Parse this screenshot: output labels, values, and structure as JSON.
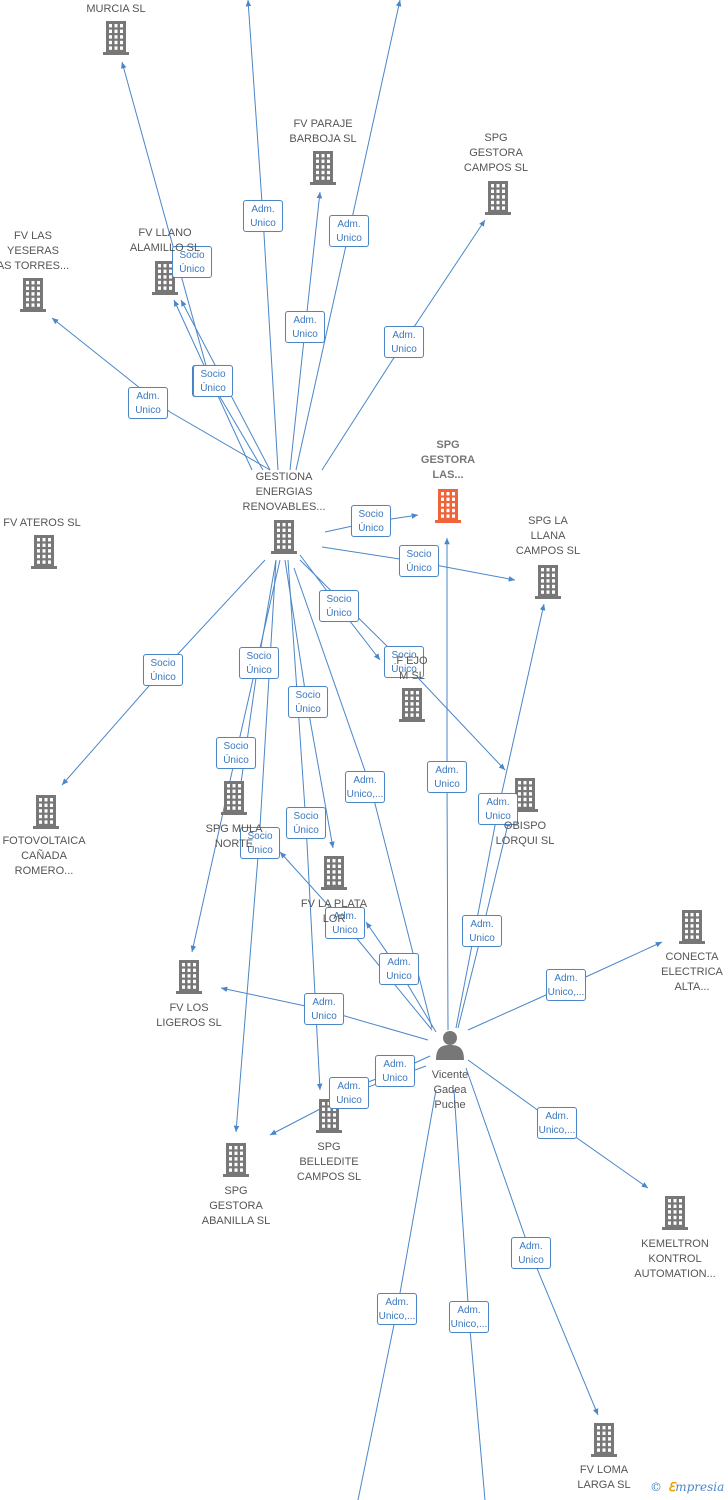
{
  "nodes": [
    {
      "id": "murcia",
      "label": "MURCIA  SL",
      "type": "company"
    },
    {
      "id": "fv_paraje",
      "label": "FV PARAJE\nBARBOJA  SL",
      "type": "company"
    },
    {
      "id": "spg_gestora_campos",
      "label": "SPG\nGESTORA\nCAMPOS  SL",
      "type": "company"
    },
    {
      "id": "fv_yeseras",
      "label": "FV LAS\nYESERAS\nAS TORRES...",
      "type": "company"
    },
    {
      "id": "fv_llano",
      "label": "FV LLANO\nALAMILLO SL",
      "type": "company"
    },
    {
      "id": "spg_gestora_las",
      "label": "SPG\nGESTORA\nLAS...",
      "type": "main"
    },
    {
      "id": "gestiona",
      "label": "GESTIONA\nENERGIAS\nRENOVABLES...",
      "type": "company"
    },
    {
      "id": "fv_ateros",
      "label": "FV ATEROS  SL",
      "type": "company"
    },
    {
      "id": "spg_la_llana",
      "label": "SPG LA\nLLANA\nCAMPOS  SL",
      "type": "company"
    },
    {
      "id": "fv_cortijo",
      "label": "F    EJO\nM        SL",
      "type": "company"
    },
    {
      "id": "fotovoltaica",
      "label": "FOTOVOLTAICA\nCAÑADA\nROMERO...",
      "type": "company"
    },
    {
      "id": "spg_mula",
      "label": "SPG MULA\nNORTE",
      "type": "company"
    },
    {
      "id": "obispo",
      "label": "OBISPO\nLORQUI  SL",
      "type": "company"
    },
    {
      "id": "fv_la_plata",
      "label": "FV LA PLATA\nLOR",
      "type": "company"
    },
    {
      "id": "conecta",
      "label": "CONECTA\nELECTRICA\nALTA...",
      "type": "company"
    },
    {
      "id": "fv_los_ligeros",
      "label": "FV LOS\nLIGEROS  SL",
      "type": "company"
    },
    {
      "id": "vicente",
      "label": "Vicente\nGadea\nPuche",
      "type": "person"
    },
    {
      "id": "spg_belledite",
      "label": "SPG\nBELLEDITE\nCAMPOS  SL",
      "type": "company"
    },
    {
      "id": "spg_abanilla",
      "label": "SPG\nGESTORA\nABANILLA  SL",
      "type": "company"
    },
    {
      "id": "kemeltron",
      "label": "KEMELTRON\nKONTROL\nAUTOMATION...",
      "type": "company"
    },
    {
      "id": "fv_loma",
      "label": "FV LOMA\nLARGA  SL",
      "type": "company"
    }
  ],
  "edges": [
    {
      "label": "Adm.\nUnico"
    },
    {
      "label": "Socio\nÚnico"
    },
    {
      "label": "Adm.\nUnico"
    },
    {
      "label": "Socio\nÚnico"
    },
    {
      "label": "Adm.\nUnico"
    },
    {
      "label": "Adm.\nUnico"
    },
    {
      "label": "Adm.\nUnico"
    },
    {
      "label": "Adm.\nUnico"
    },
    {
      "label": "Socio\nÚnico"
    },
    {
      "label": "Socio\nÚnico"
    },
    {
      "label": "Socio\nÚnico"
    },
    {
      "label": "Socio\nÚnico"
    },
    {
      "label": "Socio\nÚnico"
    },
    {
      "label": "Socio\nÚnico"
    },
    {
      "label": "Socio\nÚnico"
    },
    {
      "label": "Socio\nÚnico"
    },
    {
      "label": "Socio\nÚnico"
    },
    {
      "label": "Socio\nÚnico"
    },
    {
      "label": "Adm.\nUnico,..."
    },
    {
      "label": "Adm.\nUnico"
    },
    {
      "label": "Adm.\nUnico"
    },
    {
      "label": "Adm.\nUnico"
    },
    {
      "label": "Adm.\nUnico"
    },
    {
      "label": "Adm.\nUnico"
    },
    {
      "label": "Adm.\nUnico,..."
    },
    {
      "label": "Adm.\nUnico"
    },
    {
      "label": "Adm.\nUnico"
    },
    {
      "label": "Adm.\nUnico"
    },
    {
      "label": "Adm.\nUnico,..."
    },
    {
      "label": "Adm.\nUnico"
    },
    {
      "label": "Adm.\nUnico,..."
    },
    {
      "label": "Adm.\nUnico,..."
    }
  ],
  "footer": {
    "copyright": "©",
    "brand_initial": "ℇ",
    "brand_rest": "mpresia"
  },
  "colors": {
    "edge": "#4a86c8",
    "company_icon": "#777777",
    "main_icon": "#f0643c",
    "person_icon": "#777777"
  }
}
